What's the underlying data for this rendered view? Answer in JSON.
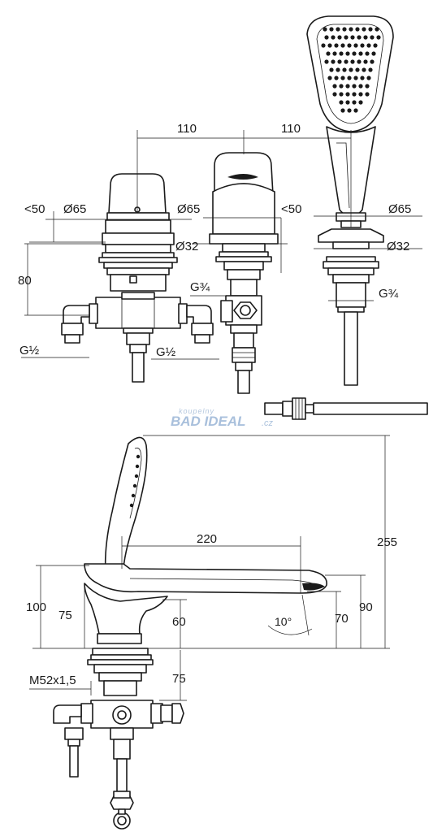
{
  "watermark": {
    "top": "koupelny",
    "main": "BAD IDEAL",
    "suffix": ".cz"
  },
  "dimensions": {
    "spacing_left": "110",
    "spacing_right": "110",
    "lt50_left": "<50",
    "lt50_right": "<50",
    "dia65_left": "Ø65",
    "dia65_mid": "Ø65",
    "dia65_right": "Ø65",
    "dia32_mid": "Ø32",
    "dia32_right": "Ø32",
    "h80": "80",
    "g34_mid": "G¾",
    "g34_right": "G¾",
    "g12_left": "G½",
    "g12_mid": "G½",
    "reach_220": "220",
    "height_255": "255",
    "height_100": "100",
    "height_75_upper": "75",
    "height_60": "60",
    "angle_10": "10°",
    "height_70": "70",
    "height_90": "90",
    "thread_m52": "M52x1,5",
    "height_75_lower": "75"
  },
  "icons": [
    "hand-shower-icon",
    "shower-hose-icon",
    "diverter-valve-icon",
    "spout-icon",
    "mixer-body-icon"
  ]
}
